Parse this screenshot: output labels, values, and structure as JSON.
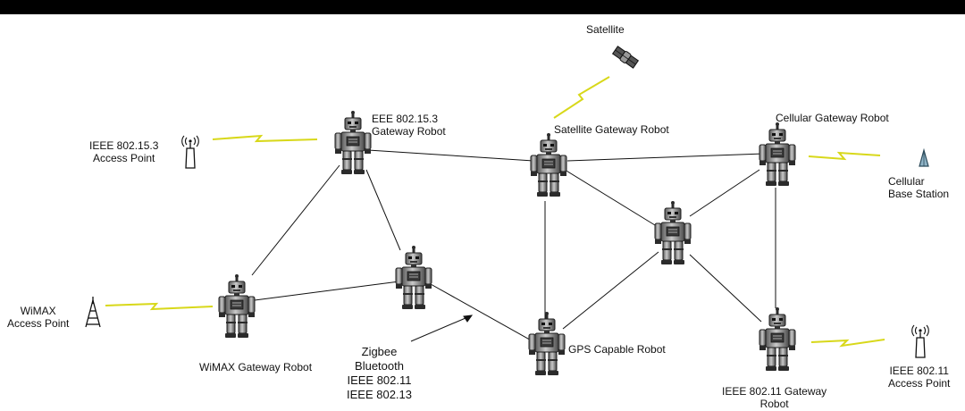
{
  "colors": {
    "background": "#ffffff",
    "top_bar": "#000000",
    "link_line": "#111111",
    "wireless_bolt": "#d8d81a",
    "robot_body": "#9a9a9a",
    "robot_dark": "#2b2b2b",
    "cellular_tower": "#8fb3c6"
  },
  "labels": {
    "satellite": "Satellite",
    "ieee_802_15_3_access_point": [
      "IEEE 802.15.3",
      "Access Point"
    ],
    "ieee_802_15_3_gateway_robot": [
      "EEE 802.15.3",
      "Gateway Robot"
    ],
    "satellite_gateway_robot": "Satellite Gateway Robot",
    "cellular_gateway_robot": "Cellular Gateway Robot",
    "cellular_base_station": [
      "Cellular",
      "Base Station"
    ],
    "wimax_access_point": [
      "WiMAX",
      "Access Point"
    ],
    "wimax_gateway_robot": "WiMAX Gateway Robot",
    "gps_capable_robot": "GPS Capable Robot",
    "ieee_802_11_gateway_robot": [
      "IEEE 802.11 Gateway",
      "Robot"
    ],
    "ieee_802_11_access_point": [
      "IEEE 802.11",
      "Access Point"
    ],
    "protocols": [
      "Zigbee",
      "Bluetooth",
      "IEEE 802.11",
      "IEEE 802.13"
    ]
  },
  "icons": {
    "robot": "robot-icon",
    "satellite": "satellite-icon",
    "access_point": "wireless-access-point-icon",
    "wimax_tower": "radio-tower-icon",
    "cellular_base_station": "cell-tower-icon",
    "wireless_link": "lightning-bolt-icon"
  }
}
